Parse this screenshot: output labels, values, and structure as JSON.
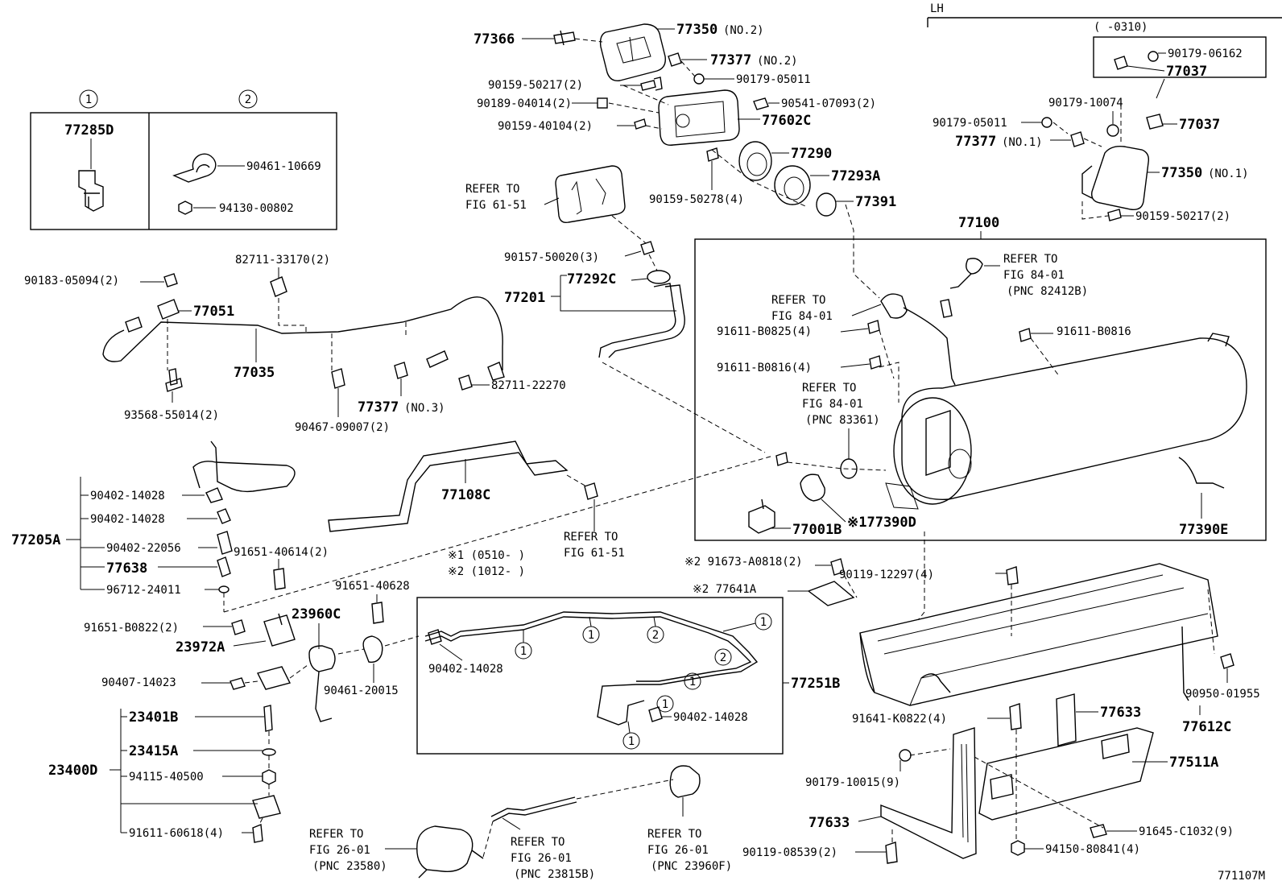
{
  "diagram_id": "771107M",
  "header": {
    "side": "LH",
    "range": "(  -0310)"
  },
  "notes": {
    "n1": "※1 (0510-   )",
    "n2": "※2 (1012-   )"
  },
  "legend_box": {
    "col1_marker": "1",
    "col2_marker": "2",
    "col1_part": "77285D",
    "col2_parts": [
      "90461-10669",
      "94130-00802"
    ]
  },
  "parts": {
    "p77366": "77366",
    "p77350_2": "77350",
    "p77350_2_sfx": "(NO.2)",
    "p77377_2": "77377",
    "p77377_2_sfx": "(NO.2)",
    "p90159_50217a": "90159-50217(2)",
    "p90179_05011a": "90179-05011",
    "p90189_04014": "90189-04014(2)",
    "p90541_07093": "90541-07093(2)",
    "p90159_40104": "90159-40104(2)",
    "p77602C": "77602C",
    "p77290": "77290",
    "p77293A": "77293A",
    "p90159_50278": "90159-50278(4)",
    "p77391": "77391",
    "p90179_06162": "90179-06162",
    "p77037a": "77037",
    "p90179_10074": "90179-10074",
    "p90179_05011b": "90179-05011",
    "p77037b": "77037",
    "p77377_1": "77377",
    "p77377_1_sfx": "(NO.1)",
    "p77350_1": "77350",
    "p77350_1_sfx": "(NO.1)",
    "p90159_50217b": "90159-50217(2)",
    "p77100": "77100",
    "p90183_05094": "90183-05094(2)",
    "p82711_33170": "82711-33170(2)",
    "p77051": "77051",
    "p77035": "77035",
    "p93568_55014": "93568-55014(2)",
    "p90467_09007": "90467-09007(2)",
    "p77377_3": "77377",
    "p77377_3_sfx": "(NO.3)",
    "p82711_22270": "82711-22270",
    "p90157_50020": "90157-50020(3)",
    "p77292C": "77292C",
    "p77201": "77201",
    "p91611_B0825": "91611-B0825(4)",
    "p91611_B0816a": "91611-B0816(4)",
    "p91611_B0816b": "91611-B0816",
    "p77205A": "77205A",
    "p90402_14028a": "90402-14028",
    "p90402_14028b": "90402-14028",
    "p90402_22056": "90402-22056",
    "p77638": "77638",
    "p96712_24011": "96712-24011",
    "p77108C": "77108C",
    "p91651_40614": "91651-40614(2)",
    "p91651_40628": "91651-40628",
    "p23960C": "23960C",
    "p91651_B0822": "91651-B0822(2)",
    "p23972A": "23972A",
    "p90407_14023": "90407-14023",
    "p90461_20015": "90461-20015",
    "p90402_14028c": "90402-14028",
    "p77251B": "77251B",
    "p90402_14028d": "90402-14028",
    "p23400D": "23400D",
    "p23401B": "23401B",
    "p23415A": "23415A",
    "p94115_40500": "94115-40500",
    "p91611_60618": "91611-60618(4)",
    "p77001B": "77001B",
    "p77390D": "※177390D",
    "p77390E": "77390E",
    "p91673_A0818": "※2 91673-A0818(2)",
    "p77641A": "※2 77641A",
    "p90119_12297": "90119-12297(4)",
    "p90950_01955": "90950-01955",
    "p77612C": "77612C",
    "p91641_K0822": "91641-K0822(4)",
    "p77633a": "77633",
    "p77511A": "77511A",
    "p90179_10015": "90179-10015(9)",
    "p77633b": "77633",
    "p91645_C1032": "91645-C1032(9)",
    "p90119_08539": "90119-08539(2)",
    "p94150_80841": "94150-80841(4)"
  },
  "refs": {
    "r1": [
      "REFER TO",
      "FIG 61-51"
    ],
    "r2": [
      "REFER TO",
      "FIG 84-01"
    ],
    "r2_pnc": "(PNC 82412B)",
    "r3": [
      "REFER TO",
      "FIG 84-01"
    ],
    "r4": [
      "REFER TO",
      "FIG 84-01"
    ],
    "r4_pnc": "(PNC 83361)",
    "r5": [
      "REFER TO",
      "FIG 61-51"
    ],
    "r6": [
      "REFER TO",
      "FIG 26-01"
    ],
    "r6_pnc": "(PNC 23580)",
    "r7": [
      "REFER TO",
      "FIG 26-01"
    ],
    "r7_pnc": "(PNC 23815B)",
    "r8": [
      "REFER TO",
      "FIG 26-01"
    ],
    "r8_pnc": "(PNC 23960F)"
  },
  "clip_markers": [
    "1",
    "1",
    "2",
    "1",
    "2",
    "1",
    "1",
    "1"
  ]
}
